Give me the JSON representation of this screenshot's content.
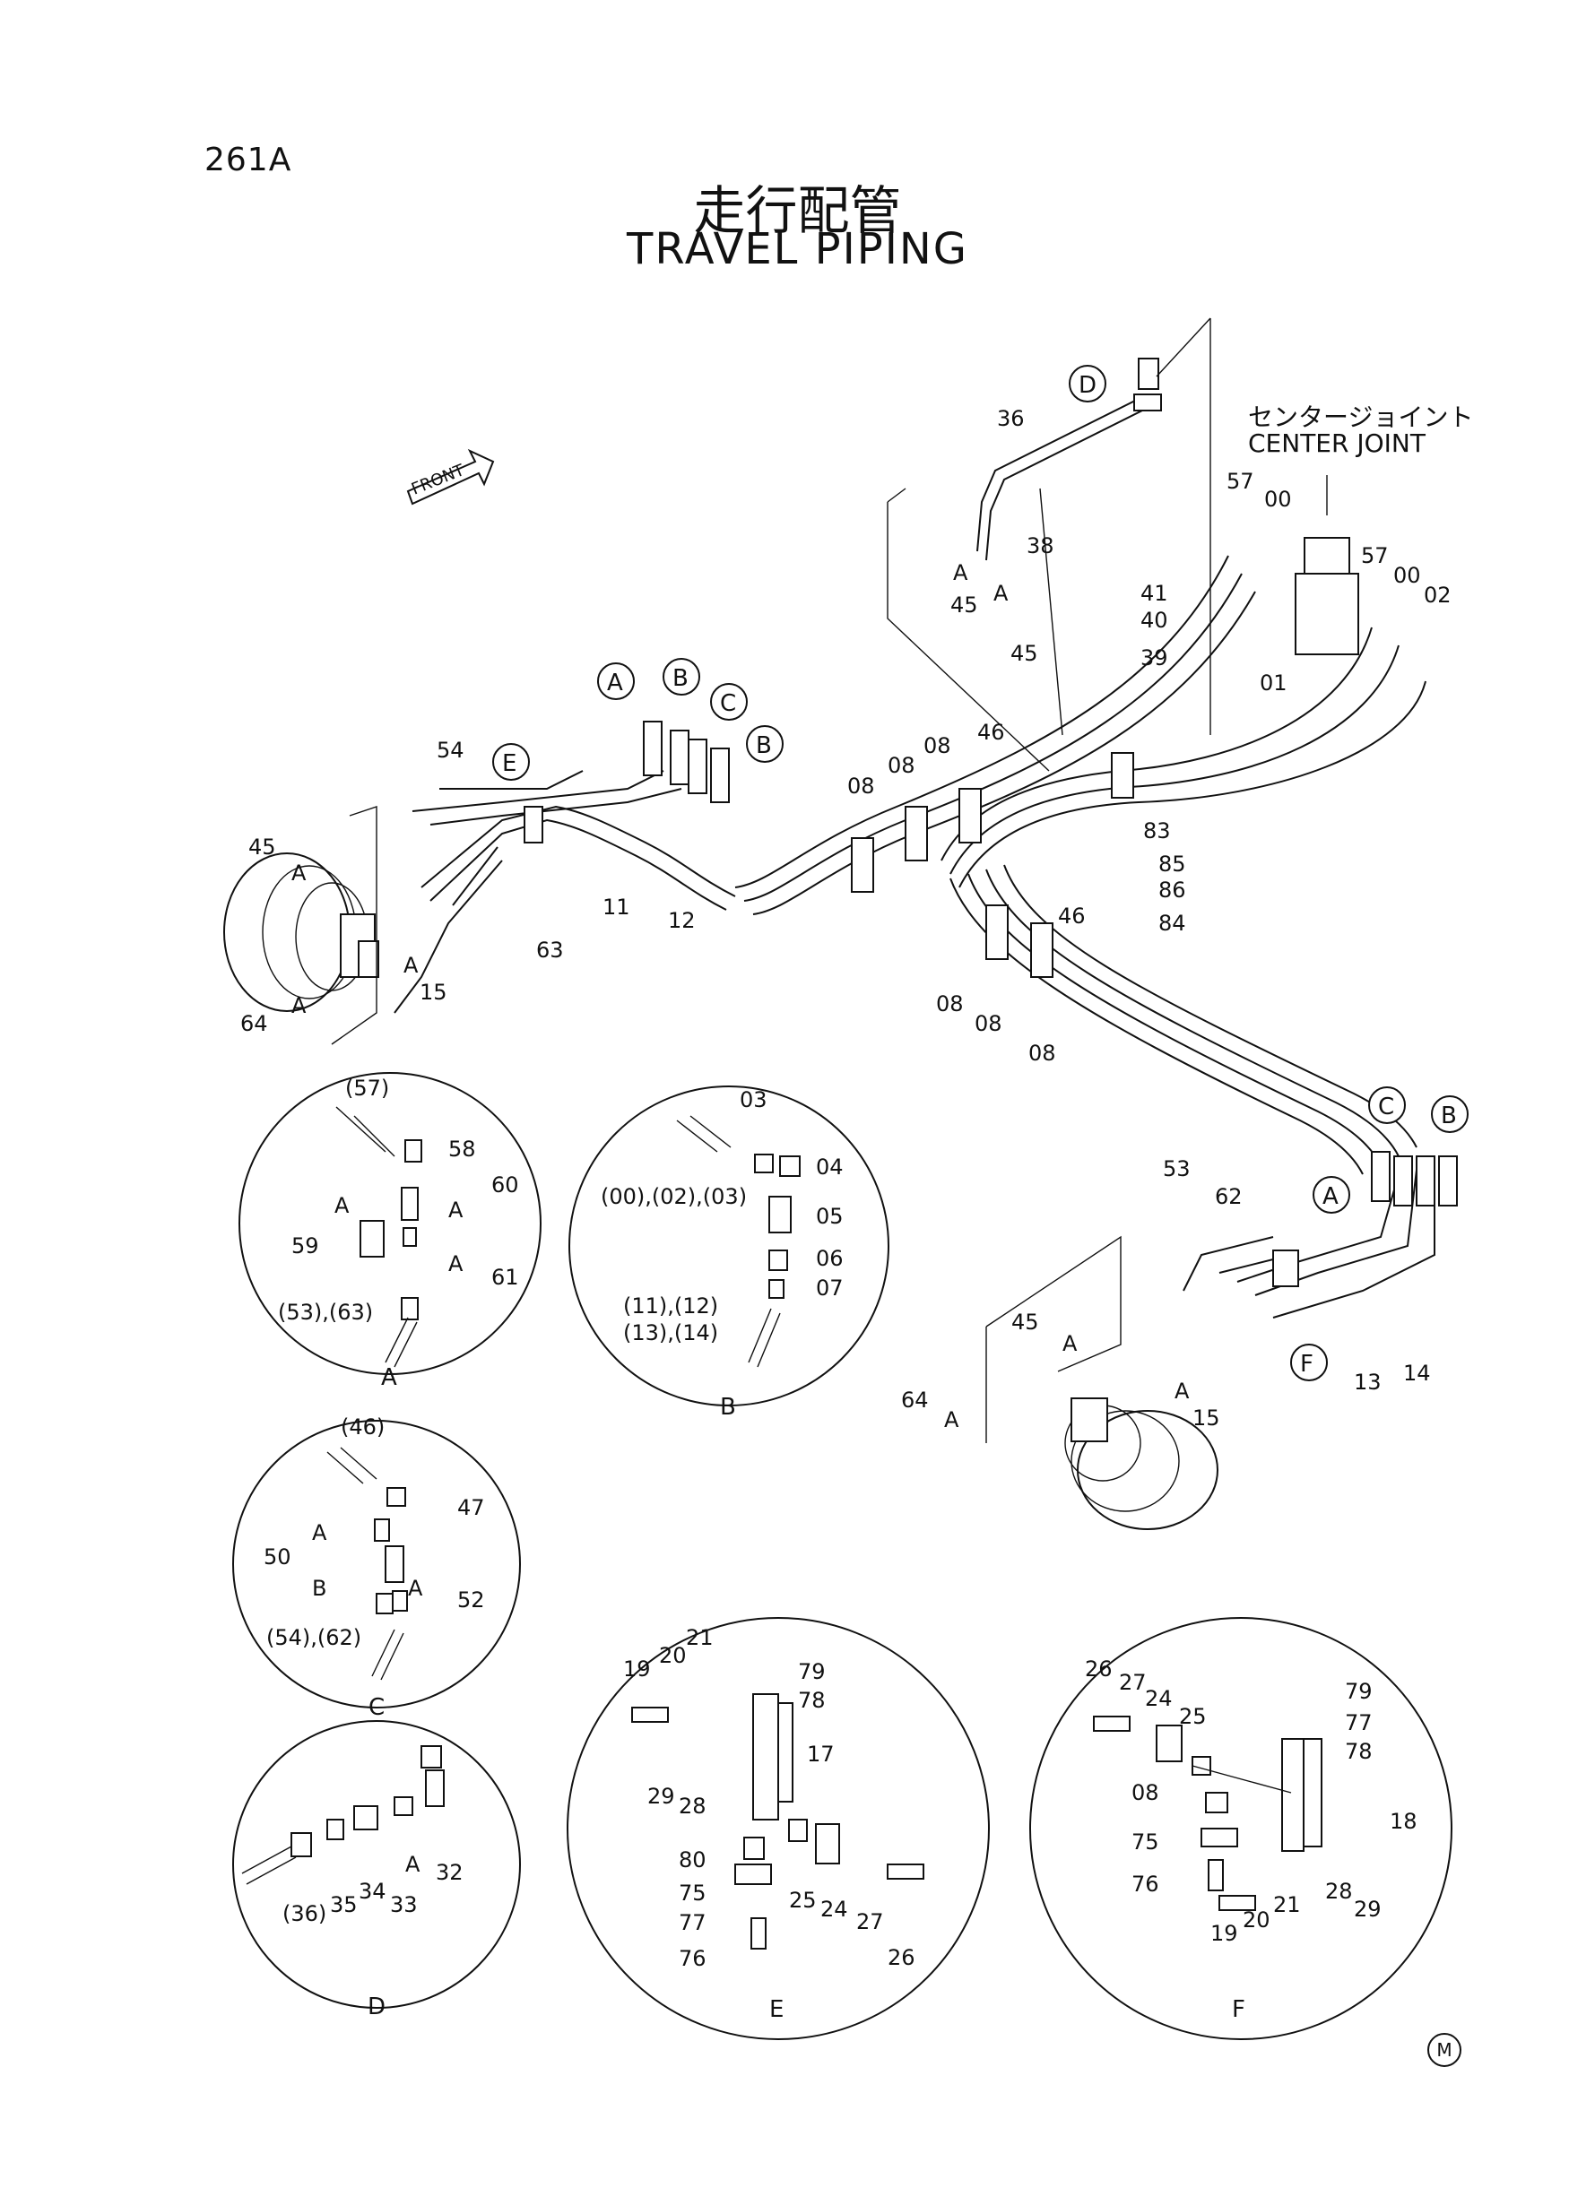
{
  "header": {
    "page_number": "261A",
    "title_jp": "走行配管",
    "title_en": "TRAVEL PIPING"
  },
  "labels": {
    "front": "FRONT",
    "center_joint_jp": "センタージョイント",
    "center_joint_en": "CENTER JOINT",
    "mark": "M"
  },
  "callouts": {
    "A": "A",
    "B": "B",
    "C": "C",
    "D": "D",
    "E": "E",
    "F": "F"
  },
  "main_parts": {
    "p36": "36",
    "p57a": "57",
    "p00a": "00",
    "p57b": "57",
    "p00b": "00",
    "p02": "02",
    "p38": "38",
    "p41": "41",
    "p40": "40",
    "p39": "39",
    "p45a": "45",
    "p45b": "45",
    "p01": "01",
    "p46a": "46",
    "p08a": "08",
    "p08b": "08",
    "p08c": "08",
    "p83": "83",
    "p54": "54",
    "p45c": "45",
    "p11": "11",
    "p12": "12",
    "p63": "63",
    "p15a": "15",
    "p64a": "64",
    "p85": "85",
    "p86": "86",
    "p84": "84",
    "p46b": "46",
    "p08d": "08",
    "p08e": "08",
    "p08f": "08",
    "p53": "53",
    "p62": "62",
    "p45d": "45",
    "p64b": "64",
    "p15b": "15",
    "p13": "13",
    "p14": "14",
    "letterA": "A"
  },
  "detail_A": {
    "p57": "(57)",
    "p58": "58",
    "p60": "60",
    "p59": "59",
    "p61": "61",
    "p53_63": "(53),(63)",
    "label": "A",
    "sub": "A"
  },
  "detail_B": {
    "p03": "03",
    "p04": "04",
    "p00_02_03": "(00),(02),(03)",
    "p05": "05",
    "p06": "06",
    "p07": "07",
    "p11_12": "(11),(12)",
    "p13_14": "(13),(14)",
    "label": "B"
  },
  "detail_C": {
    "p46": "(46)",
    "p47": "47",
    "p50": "50",
    "p52": "52",
    "p54_62": "(54),(62)",
    "label": "C",
    "subA": "A",
    "subB": "B"
  },
  "detail_D": {
    "p32": "32",
    "p33": "33",
    "p34": "34",
    "p35": "35",
    "p36": "(36)",
    "label": "D",
    "sub": "A"
  },
  "detail_E": {
    "p19": "19",
    "p20": "20",
    "p21": "21",
    "p79": "79",
    "p78": "78",
    "p17": "17",
    "p29": "29",
    "p28": "28",
    "p80": "80",
    "p75": "75",
    "p77": "77",
    "p76": "76",
    "p25": "25",
    "p24": "24",
    "p27": "27",
    "p26": "26",
    "label": "E"
  },
  "detail_F": {
    "p26": "26",
    "p27": "27",
    "p24": "24",
    "p25": "25",
    "p79": "79",
    "p77": "77",
    "p78": "78",
    "p08": "08",
    "p18": "18",
    "p75": "75",
    "p76": "76",
    "p19": "19",
    "p20": "20",
    "p21": "21",
    "p28": "28",
    "p29": "29",
    "label": "F"
  }
}
